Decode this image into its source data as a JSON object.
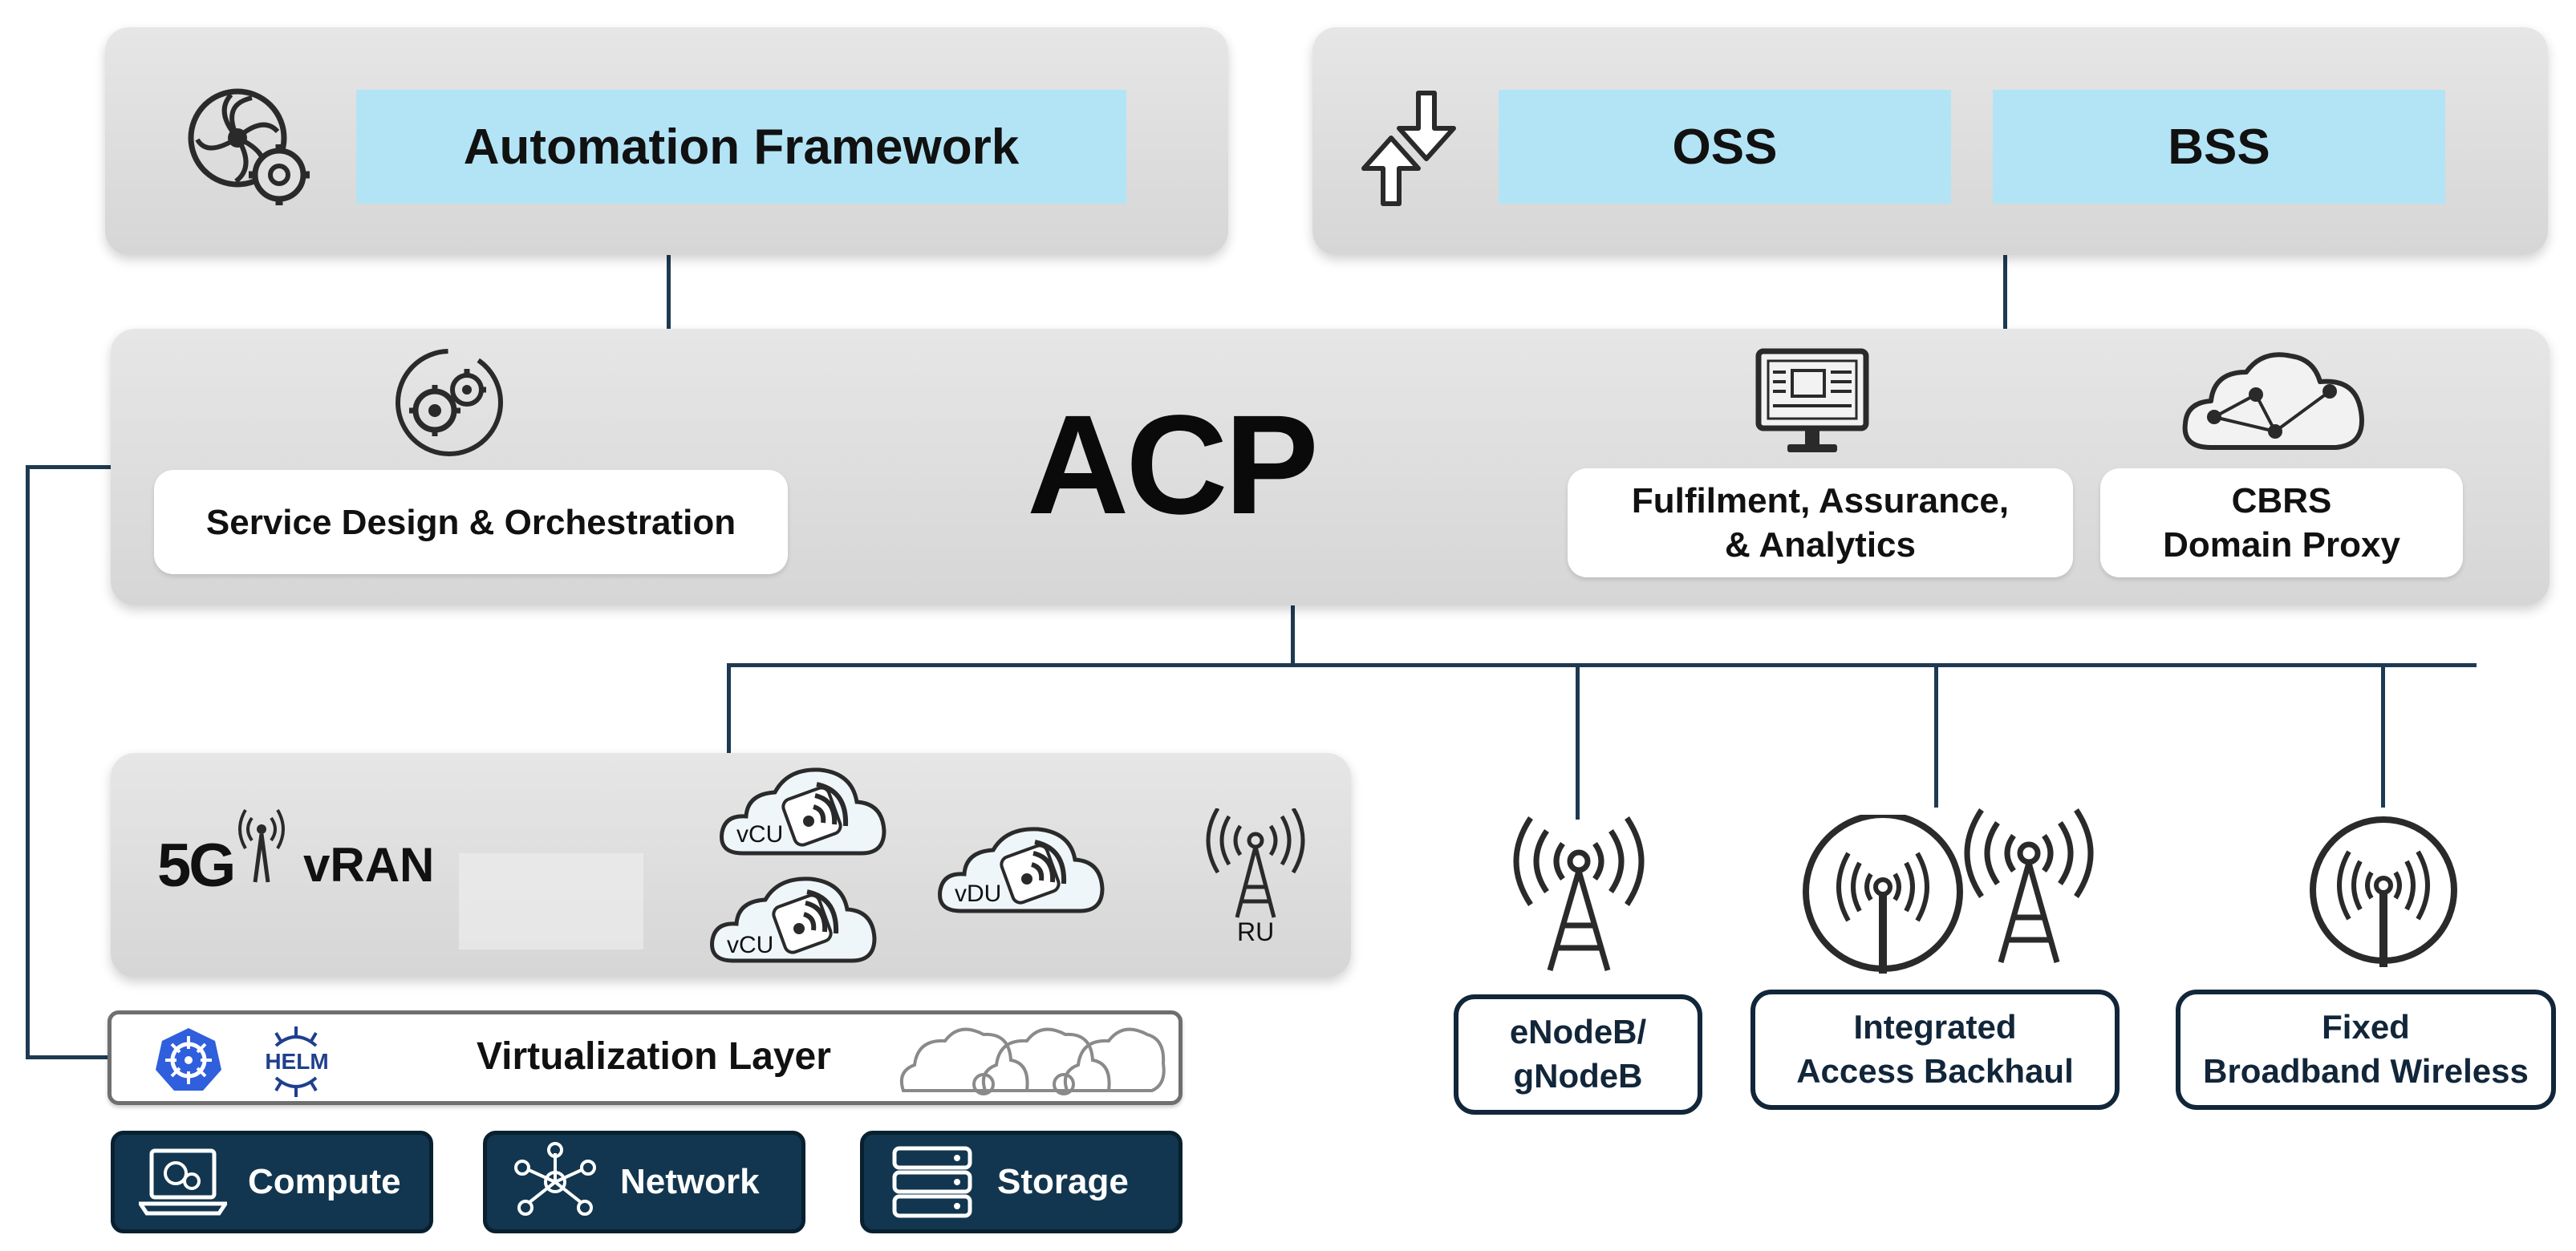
{
  "top": {
    "automation_label": "Automation Framework",
    "oss_label": "OSS",
    "bss_label": "BSS"
  },
  "acp": {
    "title": "ACP",
    "service_design": "Service Design & Orchestration",
    "fulfilment": "Fulfilment, Assurance,\n& Analytics",
    "cbrs": "CBRS\nDomain Proxy"
  },
  "vran": {
    "g5_label": "5G",
    "vran_label": "vRAN",
    "vcu_label": "vCU",
    "vdu_label": "vDU",
    "ru_label": "RU"
  },
  "virtualization": {
    "label": "Virtualization Layer",
    "helm_label": "HELM"
  },
  "infra": {
    "compute": "Compute",
    "network": "Network",
    "storage": "Storage"
  },
  "access": {
    "enodeb": "eNodeB/\ngNodeB",
    "iab": "Integrated\nAccess Backhaul",
    "fbw": "Fixed\nBroadband Wireless"
  },
  "colors": {
    "accent_blue": "#b3e4f5",
    "dark_navy": "#12364f",
    "line": "#1e3a52"
  }
}
